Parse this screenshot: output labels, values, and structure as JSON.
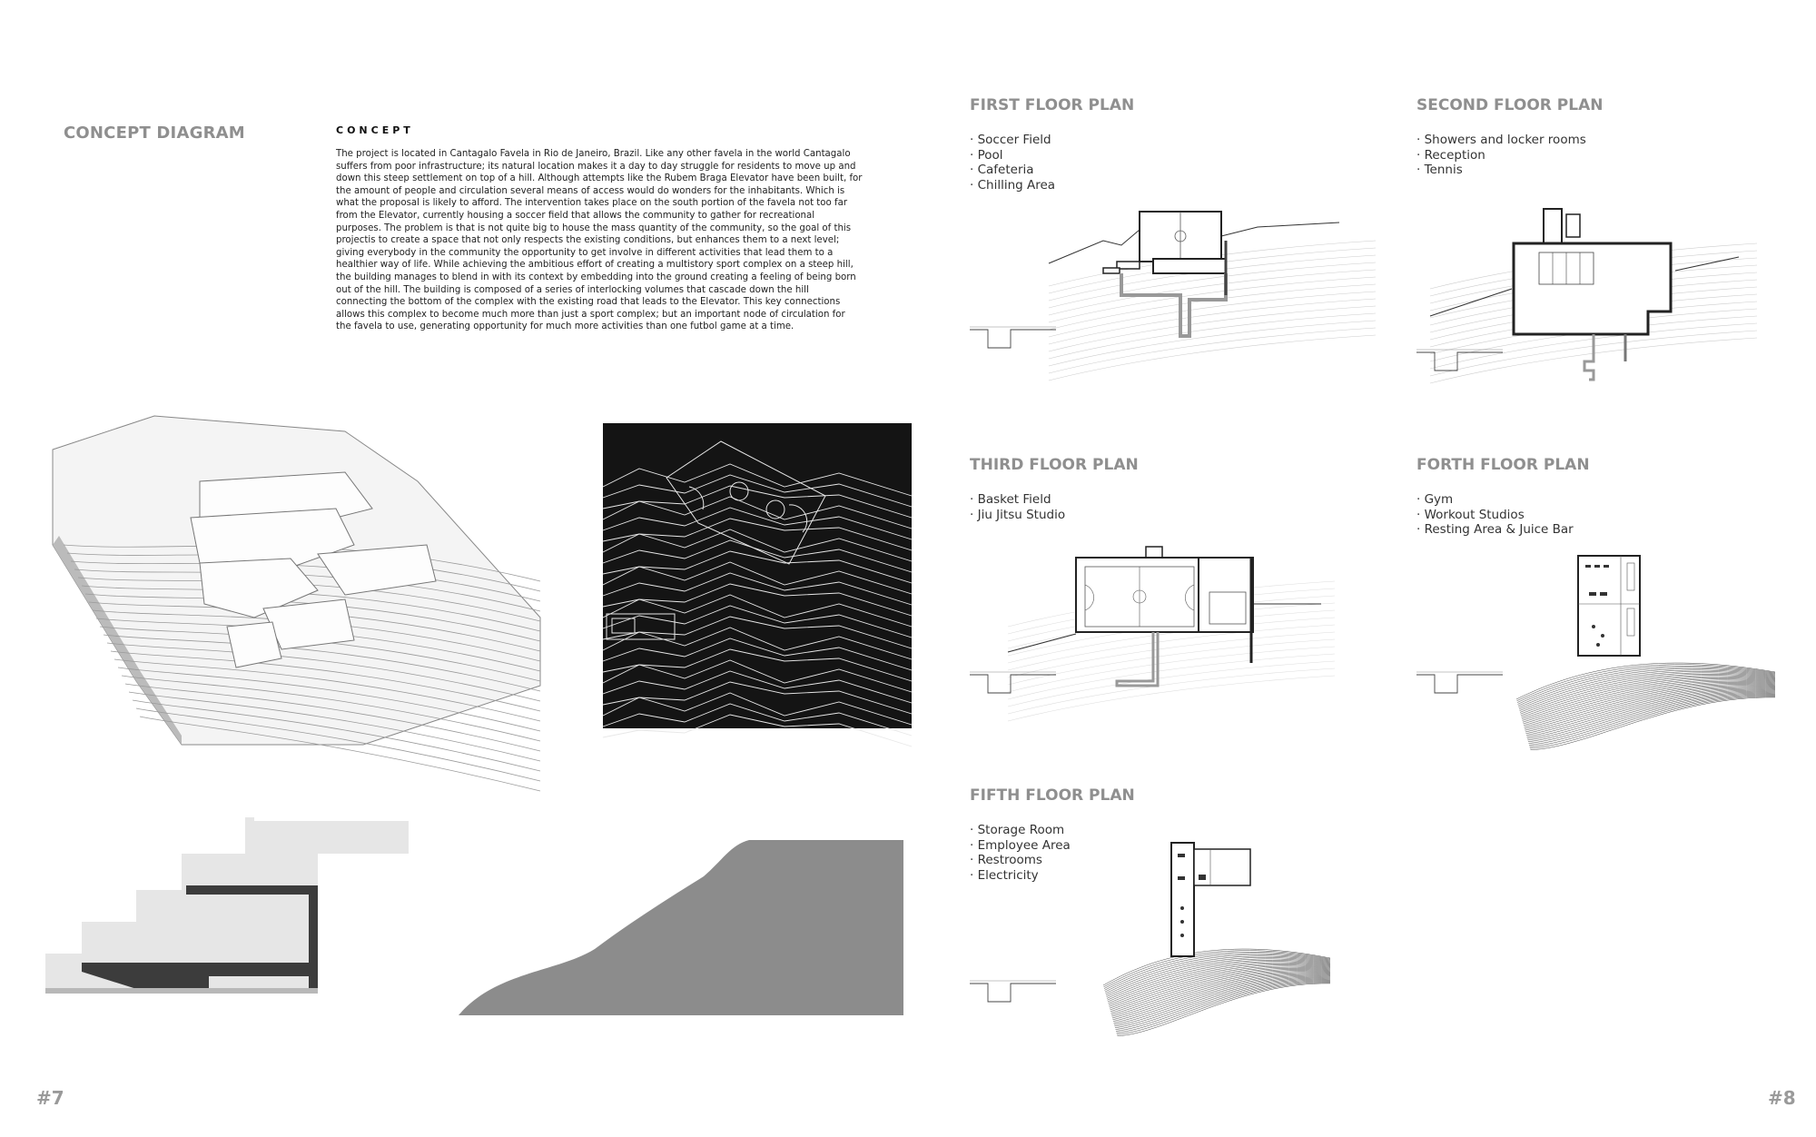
{
  "left_page": {
    "heading": "CONCEPT DIAGRAM",
    "concept_label": "CONCEPT",
    "concept_text": "The project is located in Cantagalo Favela in Rio de Janeiro, Brazil. Like any other favela in the world Cantagalo suffers from poor infrastructure; its natural location makes it a day to day struggle for residents to move up and down this steep settlement on top of a hill. Although attempts like the Rubem Braga Elevator have been built, for the amount of people and circulation several means of access would do wonders for the inhabitants. Which is what the proposal is likely to afford. The intervention takes place on the south portion of the favela not too far from the Elevator, currently housing a soccer field that allows the community to gather for recreational purposes. The problem is that is not quite big to house the mass quantity of the community, so the goal of this projectis to create a space that not only respects the existing conditions, but enhances them to a next level; giving everybody in the community the opportunity to get involve in different activities that lead them to a healthier way of life. While achieving the ambitious effort of creating a multistory sport complex on a steep hill, the building manages to blend in with its context by embedding into the ground creating a feeling of being born out of the hill. The building is composed of a series of interlocking volumes that cascade down the hill connecting the bottom of the complex with the existing road that leads to the Elevator. This key connections allows this complex to become much more than just a sport complex; but an important node of circulation for the favela to use, generating opportunity for much more activities than one futbol game at a time.",
    "page_number": "#7"
  },
  "right_page": {
    "page_number": "#8",
    "plans": [
      {
        "title": "FIRST FLOOR PLAN",
        "items": [
          "Soccer Field",
          "Pool",
          "Cafeteria",
          "Chilling Area"
        ]
      },
      {
        "title": "SECOND FLOOR PLAN",
        "items": [
          "Showers and locker rooms",
          "Reception",
          "Tennis"
        ]
      },
      {
        "title": "THIRD FLOOR PLAN",
        "items": [
          "Basket Field",
          "Jiu Jitsu Studio"
        ]
      },
      {
        "title": "FORTH FLOOR PLAN",
        "items": [
          "Gym",
          "Workout Studios",
          "Resting Area & Juice Bar"
        ]
      },
      {
        "title": "FIFTH FLOOR PLAN",
        "items": [
          "Storage Room",
          "Employee Area",
          "Restrooms",
          "Electricity"
        ]
      }
    ]
  },
  "colors": {
    "heading_gray": "#8f8f8f",
    "dark_panel": "#141414",
    "terrain_gray": "#8c8c8c",
    "section_light": "#e6e6e6",
    "section_dark": "#3c3c3c"
  }
}
